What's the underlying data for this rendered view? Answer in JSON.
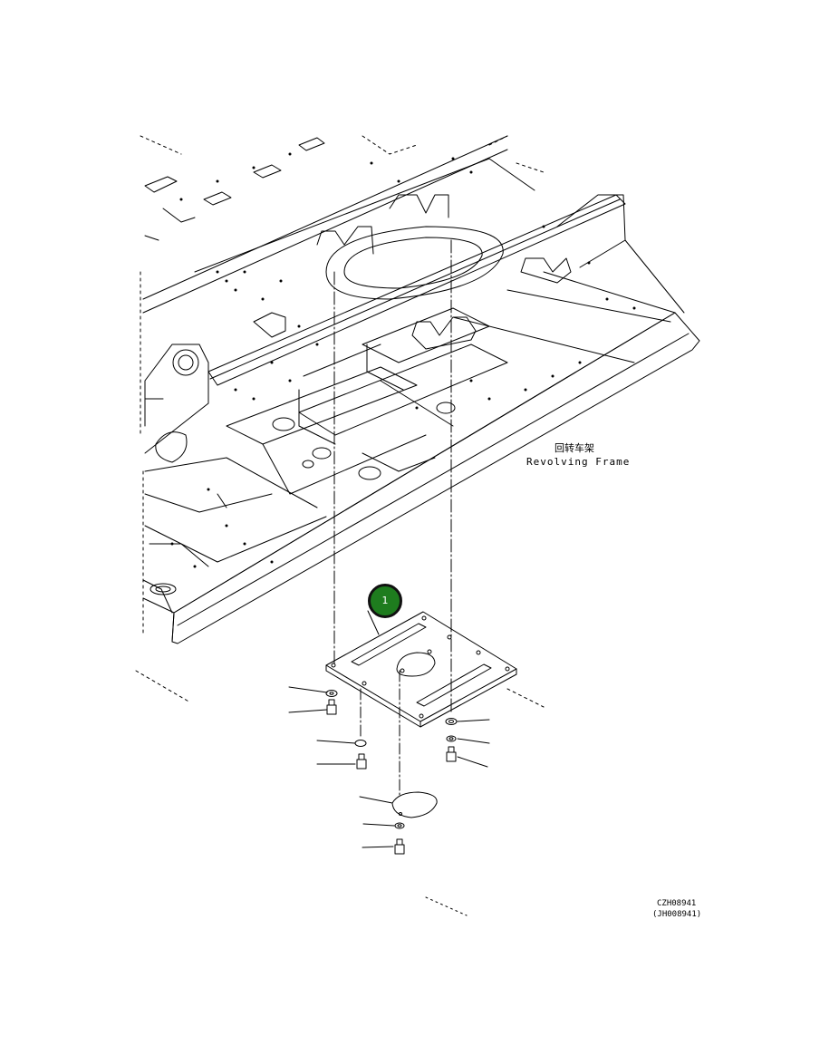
{
  "diagram": {
    "frame_label_cn": "回转车架",
    "frame_label_en": "Revolving Frame",
    "callouts": [
      {
        "number": "1",
        "color": "#1e7c1e"
      }
    ],
    "drawing_code": "CZH08941",
    "drawing_code_alt": "(JH008941)"
  }
}
